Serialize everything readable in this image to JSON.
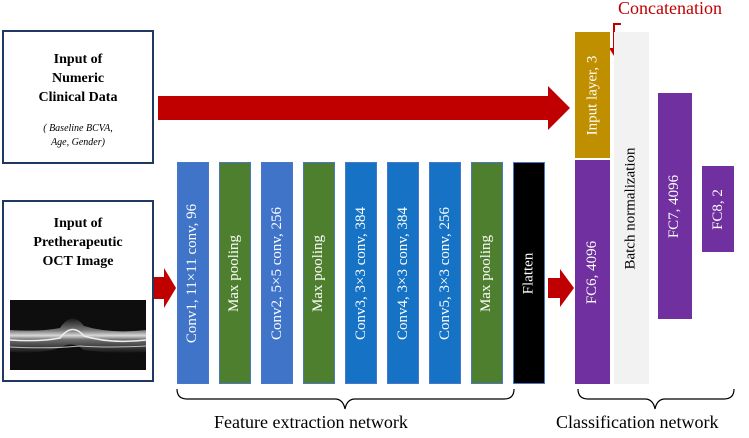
{
  "numeric_input": {
    "title_lines": [
      "Input of",
      "Numeric",
      "Clinical Data"
    ],
    "subtitle_lines": [
      "( Baseline BCVA,",
      "Age, Gender)"
    ]
  },
  "image_input": {
    "title_lines": [
      "Input of",
      "Pretherapeutic",
      "OCT Image"
    ]
  },
  "feature_layers": [
    "Conv1, 11×11 conv, 96",
    "Max pooling",
    "Conv2, 5×5 conv, 256",
    "Max pooling",
    "Conv3, 3×3 conv, 384",
    "Conv4, 3×3 conv, 384",
    "Conv5, 3×3 conv, 256",
    "Max pooling",
    "Flatten"
  ],
  "classification_layers": {
    "input_layer": "Input layer, 3",
    "fc6": "FC6, 4096",
    "batch_norm": "Batch normalization",
    "fc7": "FC7, 4096",
    "fc8": "FC8, 2"
  },
  "labels": {
    "concatenation": "Concatenation",
    "feature_network": "Feature extraction network",
    "classification_network": "Classification network"
  },
  "colors": {
    "arrow_red": "#c00000",
    "conv_blue": "#3f74c9",
    "pool_green": "#4e7f2e",
    "fc_purple": "#7030a0",
    "input_gold": "#bf8f00",
    "box_border": "#1f3864"
  }
}
